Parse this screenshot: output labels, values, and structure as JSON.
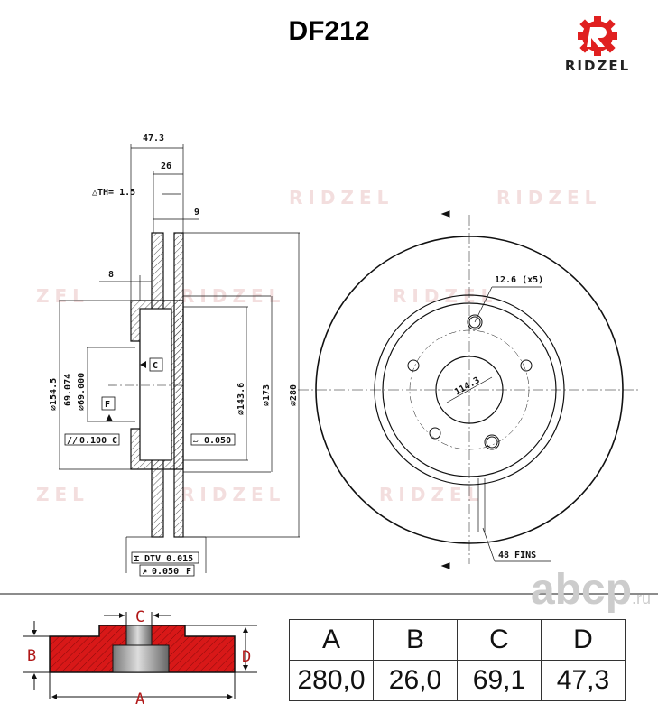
{
  "title": "DF212",
  "brand": {
    "name": "RIDZEL",
    "color": "#e02020"
  },
  "watermark": {
    "text": "RIDZEL",
    "alt_text": "ZEL"
  },
  "section_view": {
    "dims": {
      "overall_height": "47.3",
      "thickness": "26",
      "delta_th": "△TH= 1.5",
      "vane": "9",
      "hat_wall": "8",
      "d154": "⌀154.5",
      "bore_max": "69.074",
      "bore_min": "⌀69.000",
      "d143": "⌀143.6",
      "d173": "⌀173",
      "d280": "⌀280"
    },
    "datum_c": "C",
    "datum_f": "F",
    "tol_parallel": {
      "symbol": "//",
      "value": "0.100",
      "datum": "C"
    },
    "tol_flatness": {
      "symbol": "▱",
      "value": "0.050"
    },
    "tol_dtv": {
      "symbol": "⌶",
      "value": "DTV 0.015"
    },
    "tol_runout": {
      "symbol": "↗",
      "value": "0.050",
      "datum": "F"
    }
  },
  "front_view": {
    "bolt_holes": "12.6 (x5)",
    "pcd": "114.3",
    "fins": "48 FINS"
  },
  "legend_diagram": {
    "labels": [
      "A",
      "B",
      "C",
      "D"
    ],
    "fill_color": "#d81818"
  },
  "shop_watermark": {
    "name": "abcp",
    "tld": ".ru"
  },
  "dimensions_table": {
    "headers": [
      "A",
      "B",
      "C",
      "D"
    ],
    "values": [
      "280,0",
      "26,0",
      "69,1",
      "47,3"
    ]
  }
}
